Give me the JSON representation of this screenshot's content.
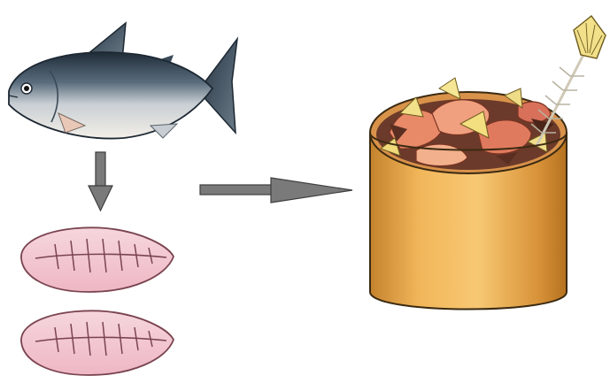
{
  "diagram": {
    "steps": [
      {
        "id": "fish",
        "icon": "whole-fish-icon"
      },
      {
        "id": "fillets",
        "icon": "fish-fillet-icon",
        "count": 2
      },
      {
        "id": "waste",
        "icon": "waste-bin-icon",
        "contents": [
          "fish-bones",
          "fish-head-scraps",
          "skin",
          "food-scraps"
        ]
      }
    ],
    "arrows": [
      {
        "from": "fish",
        "to": "fillets",
        "icon": "arrow-down-icon"
      },
      {
        "from": "fillets",
        "to": "waste",
        "icon": "arrow-right-icon"
      }
    ],
    "colors": {
      "fish_back": "#2f3f4d",
      "fish_belly": "#f1ede6",
      "fillet": "#f3c9d2",
      "fillet_outline": "#7a4450",
      "bin": "#e9a646",
      "bin_dark": "#b77524",
      "arrow": "#6f6f6f"
    }
  }
}
